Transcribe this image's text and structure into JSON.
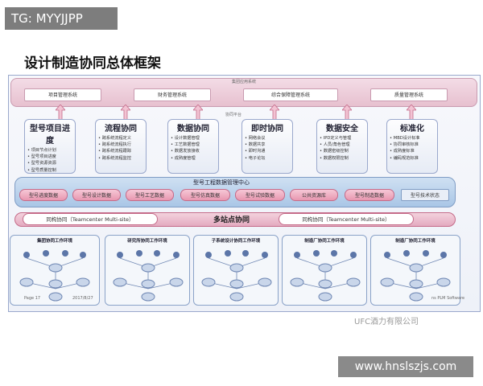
{
  "tag": "TG: MYYJJPP",
  "title": "设计制造协同总体框架",
  "top_band": {
    "label": "集团应用系统",
    "systems": [
      "项目管理系统",
      "财务管理系统",
      "综合保障管理系统",
      "质量管理系统"
    ]
  },
  "mid_label": "协同平台",
  "modules": [
    {
      "title": "型号项目进度",
      "items": [
        "项目节点计划",
        "型号项目进度",
        "型号资源资源",
        "型号质量控制"
      ]
    },
    {
      "title": "流程协同",
      "items": [
        "跨系统流程定义",
        "跨系统流程执行",
        "跨系统流程跟踪",
        "跨系统流程监控"
      ]
    },
    {
      "title": "数据协同",
      "items": [
        "设计数据管理",
        "工艺数据管理",
        "数据发放接收",
        "成熟度管理"
      ]
    },
    {
      "title": "即时协同",
      "items": [
        "网络会议",
        "数据共享",
        "即时沟通",
        "电子论坛"
      ]
    },
    {
      "title": "数据安全",
      "items": [
        "IPD定义与管理",
        "人员/角色管理",
        "数据密级控制",
        "数据权限控制"
      ]
    },
    {
      "title": "标准化",
      "items": [
        "MBD设计标准",
        "协同审核标准",
        "成熟度标准",
        "编码规范标准"
      ]
    }
  ],
  "center": {
    "title": "型号工程数据管理中心",
    "items": [
      "型号进度数据",
      "型号设计数据",
      "型号工艺数据",
      "型号仿真数据",
      "型号试验数据",
      "公共资源库",
      "型号制造数据"
    ],
    "extra": "型号技术状态"
  },
  "multisite": {
    "left": "同构协同（Teamcenter Multi-site）",
    "center": "多站点协同",
    "right": "同构协同（Teamcenter Multi-site）"
  },
  "environments": [
    "集团协同工作环境",
    "研究所协同工作环境",
    "子系统设计协同工作环境",
    "制造厂协同工作环境",
    "制造厂协同工作环境"
  ],
  "footer": {
    "page": "Page 17",
    "date": "2017/8/27",
    "brand": "ns PLM Software"
  },
  "watermark": "UFC酒力有限公司",
  "url": "www.hnslszjs.com",
  "colors": {
    "accent_pink": "#e897b0",
    "accent_blue": "#a9c6e6"
  }
}
